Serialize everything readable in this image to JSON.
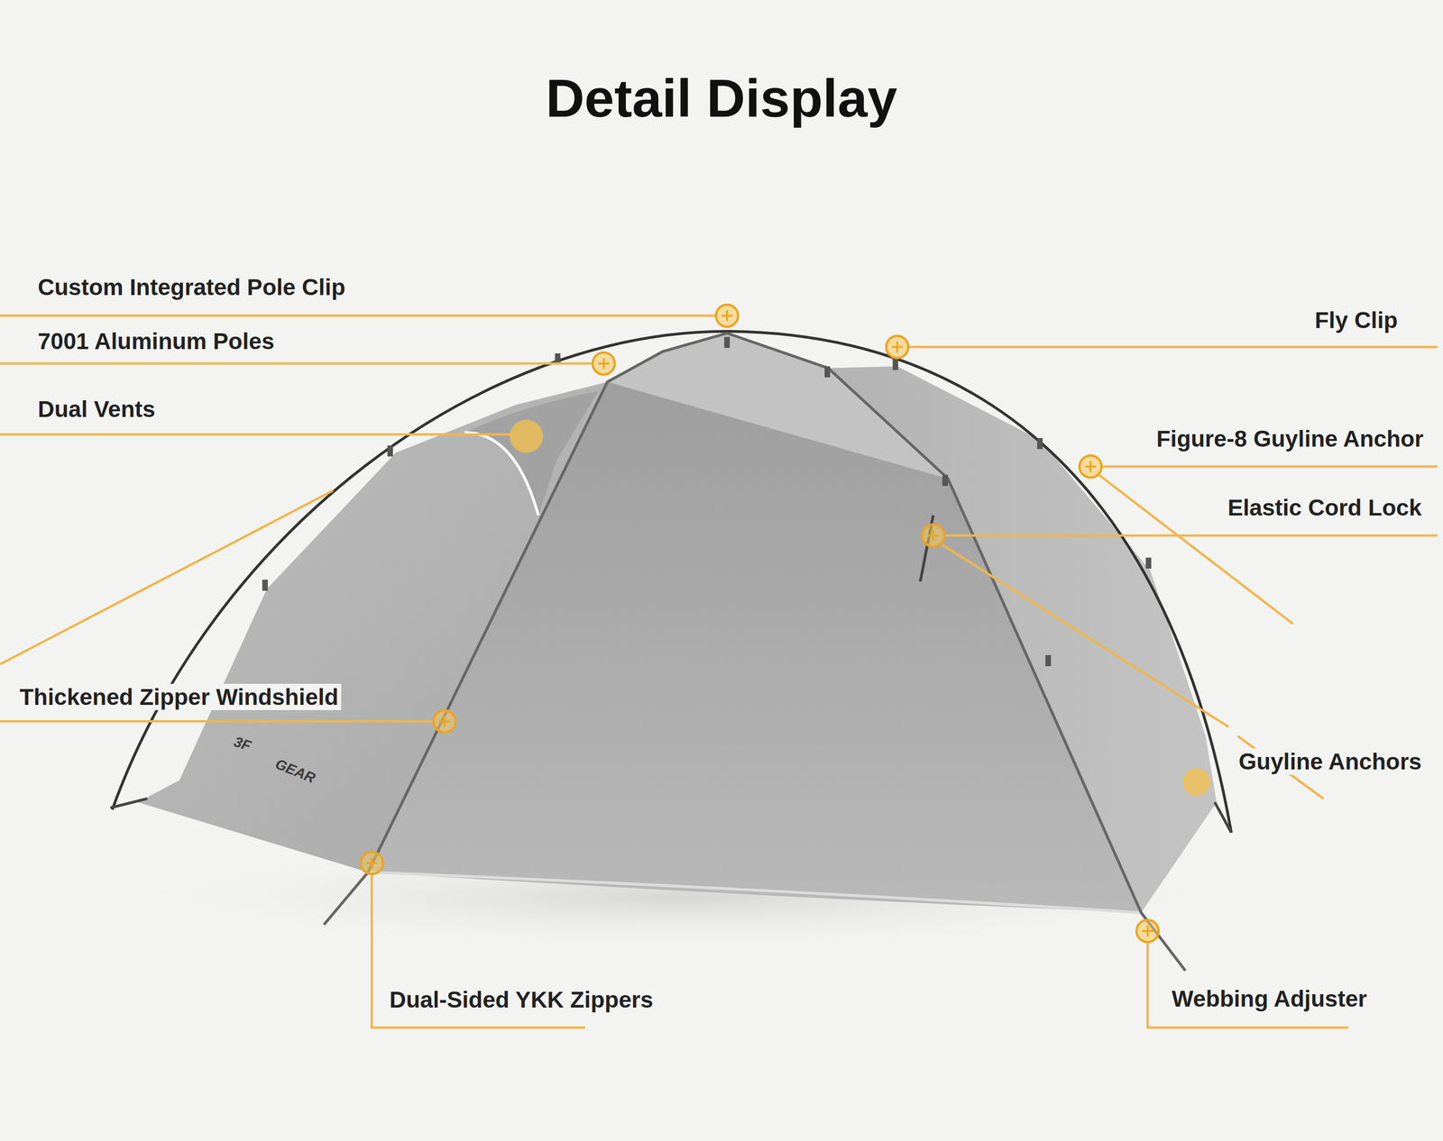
{
  "diagram": {
    "title": "Detail Display",
    "labels": [
      "Custom Integrated Pole Clip",
      "Fly Clip",
      "7001 Aluminum Poles",
      "Dual Vents",
      "Figure-8 Guyline Anchor",
      "Elastic Cord Lock",
      "Thickened Zipper Windshield",
      "3F",
      "GEAR",
      "Guyline Anchors",
      "Dual-Sided YKK Zippers",
      "Webbing Adjuster"
    ]
  }
}
